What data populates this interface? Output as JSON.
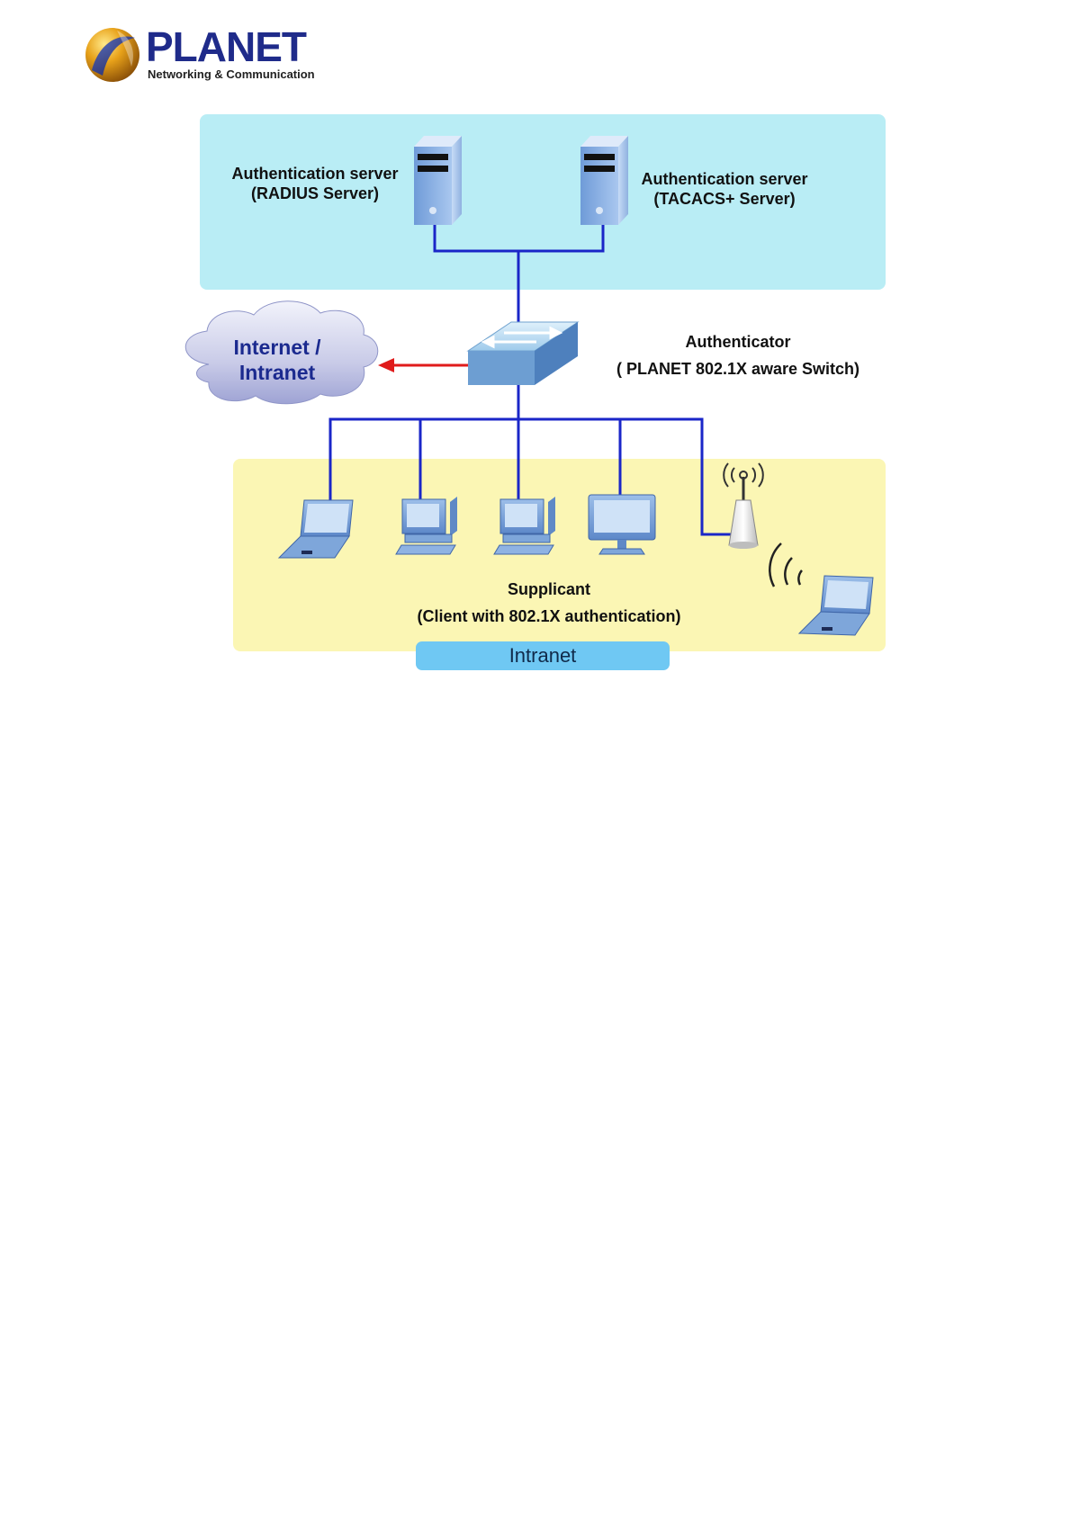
{
  "logo": {
    "brand": "PLANET",
    "tagline": "Networking & Communication"
  },
  "diagram": {
    "auth_server_radius": {
      "line1": "Authentication server",
      "line2": "(RADIUS Server)"
    },
    "auth_server_tacacs": {
      "line1": "Authentication server",
      "line2": "(TACACS+ Server)"
    },
    "authenticator": {
      "line1": "Authenticator",
      "line2": "( PLANET 802.1X aware Switch)"
    },
    "cloud": {
      "line1": "Internet /",
      "line2": "Intranet"
    },
    "supplicant": {
      "line1": "Supplicant",
      "line2": "(Client with 802.1X authentication)"
    },
    "intranet_label": "Intranet"
  },
  "colors": {
    "server_zone": "#b9edf5",
    "client_zone": "#fbf6b4",
    "link": "#1a26c8",
    "arrow": "#e01b1b",
    "intranet_bar": "#6fc8f3"
  }
}
